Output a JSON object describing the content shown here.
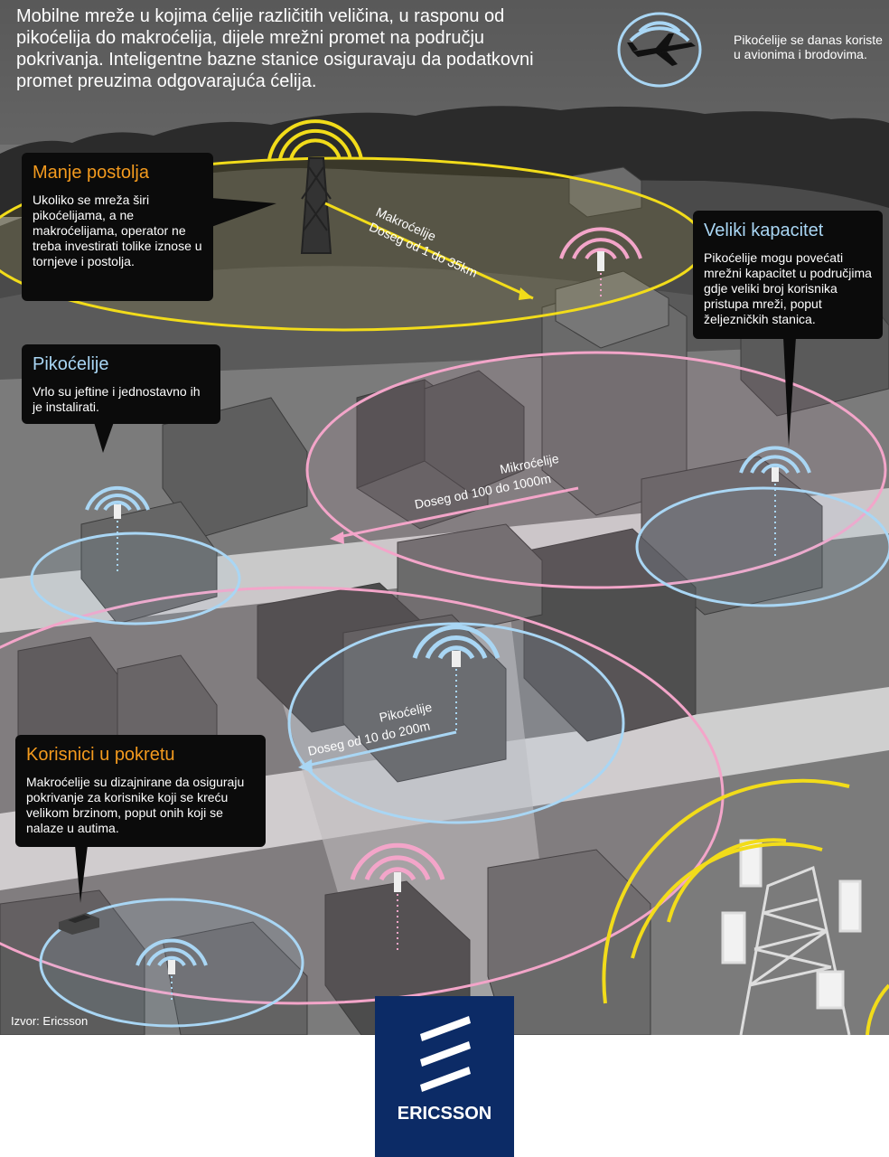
{
  "intro": {
    "text": "Mobilne mreže u kojima ćelije različitih veličina, u rasponu od pikoćelija do makroćelija, dijele mrežni promet na području pokrivanja. Inteligentne bazne stanice osiguravaju da podatkovni promet preuzima odgovarajuća ćelija."
  },
  "plane_note": "Pikoćelije se danas koriste u avionima i brodovima.",
  "callouts": {
    "manje_postolja": {
      "title": "Manje postolja",
      "text": "Ukoliko se mreža širi pikoćelijama, a ne makroćelijama, operator ne treba investirati tolike iznose u tornjeve i postolja."
    },
    "pikocelije": {
      "title": "Pikoćelije",
      "text": "Vrlo su jeftine i jednostavno ih je instalirati."
    },
    "veliki_kapacitet": {
      "title": "Veliki kapacitet",
      "text": "Pikoćelije mogu povećati mrežni kapacitet u područjima gdje veliki broj korisnika pristupa mreži, poput željezničkih stanica."
    },
    "korisnici": {
      "title": "Korisnici u pokretu",
      "text": "Makroćelije su dizajnirane da osiguraju pokrivanje za korisnike koji se kreću velikom brzinom, poput onih koji se nalaze u autima."
    }
  },
  "ranges": {
    "macro": {
      "name": "Makroćelije",
      "range": "Doseg od 1 do 35km"
    },
    "micro": {
      "name": "Mikroćelije",
      "range": "Doseg od 100 do 1000m"
    },
    "pico": {
      "name": "Pikoćelije",
      "range": "Doseg od 10 do 200m"
    }
  },
  "source": "Izvor: Ericsson",
  "logo": {
    "word": "ERICSSON"
  },
  "colors": {
    "macro": "#f2dc1a",
    "micro": "#f3a5c9",
    "pico": "#a9d6f4",
    "callout_title_orange": "#f39a1e",
    "callout_title_blue": "#a9d6f4",
    "callout_bg": "#0b0b0b",
    "logo_bg": "#0c2b66"
  },
  "icons": [
    "airplane-icon",
    "macro-tower-icon",
    "pico-antenna-icon",
    "car-icon",
    "ericsson-logo-mark"
  ]
}
